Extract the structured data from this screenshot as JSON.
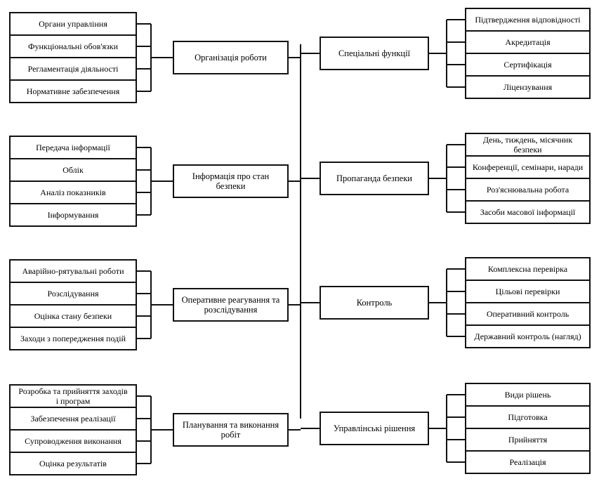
{
  "center": [
    {
      "id": "org",
      "label": "Організація роботи",
      "left": [
        "Органи управління",
        "Функціональні обов'язки",
        "Регламентація діяльності",
        "Нормативне забезпечення"
      ]
    },
    {
      "id": "info",
      "label": "Інформація про стан безпеки",
      "left": [
        "Передача інформації",
        "Облік",
        "Аналіз показників",
        "Інформування"
      ]
    },
    {
      "id": "oper",
      "label": "Оперативне реагування та розслідування",
      "left": [
        "Аварійно-рятувальні роботи",
        "Розслідування",
        "Оцінка стану безпеки",
        "Заходи з попередження подій"
      ]
    },
    {
      "id": "plan",
      "label": "Планування та виконання робіт",
      "left": [
        "Розробка та прийняття заходів і програм",
        "Забезпечення реалізації",
        "Супроводження виконання",
        "Оцінка результатів"
      ]
    }
  ],
  "right": [
    {
      "id": "spec",
      "label": "Спеціальні функції",
      "items": [
        "Підтвердження відповідності",
        "Акредитація",
        "Сертифікація",
        "Ліцензування"
      ]
    },
    {
      "id": "prop",
      "label": "Пропаганда безпеки",
      "items": [
        "День, тиждень, місячник безпеки",
        "Конференції, семінари, наради",
        "Роз'яснювальна робота",
        "Засоби масової інформації"
      ]
    },
    {
      "id": "ctrl",
      "label": "Контроль",
      "items": [
        "Комплексна перевірка",
        "Цільові перевірки",
        "Оперативний контроль",
        "Державний контроль (нагляд)"
      ]
    },
    {
      "id": "mgmt",
      "label": "Управлінські рішення",
      "items": [
        "Види рішень",
        "Підготовка",
        "Прийняття",
        "Реалізація"
      ]
    }
  ]
}
